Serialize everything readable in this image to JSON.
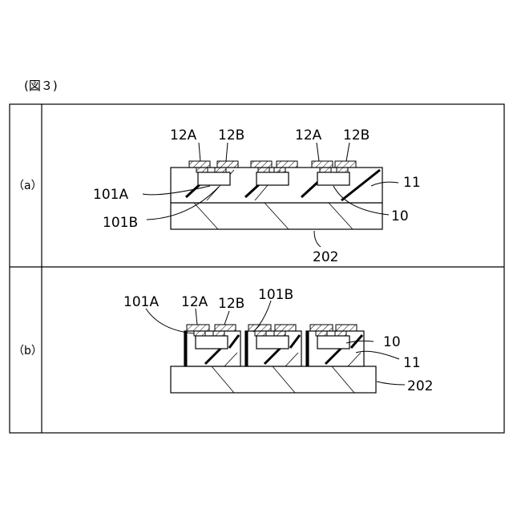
{
  "figure": {
    "title": "(図３)",
    "panel_a": {
      "row_label": "（a）",
      "labels": {
        "pad_a_1": "12A",
        "pad_b_1": "12B",
        "pad_a_2": "12A",
        "pad_b_2": "12B",
        "chip_a": "101A",
        "chip_b": "101B",
        "resin": "11",
        "element": "10",
        "substrate": "202"
      }
    },
    "panel_b": {
      "row_label": "（b）",
      "labels": {
        "chip_a": "101A",
        "pad_a": "12A",
        "pad_b": "12B",
        "chip_b": "101B",
        "element": "10",
        "resin": "11",
        "substrate": "202"
      }
    }
  }
}
